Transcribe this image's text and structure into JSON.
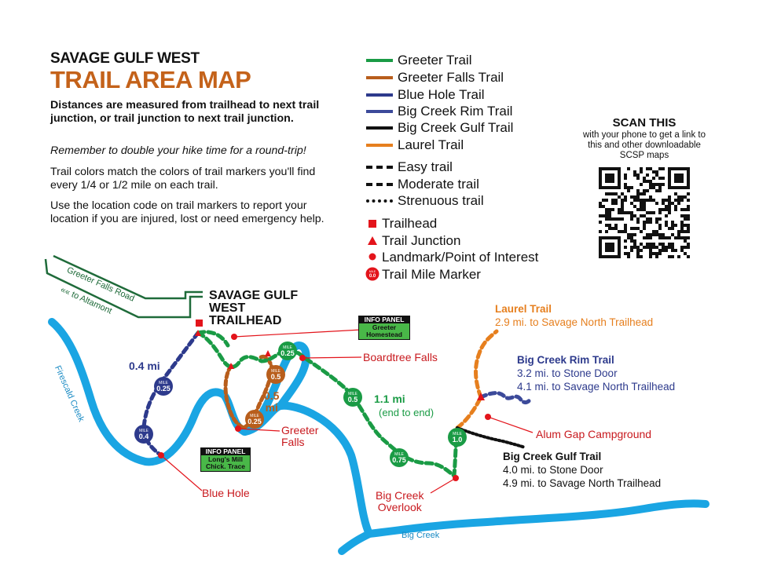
{
  "header": {
    "title_line1": "SAVAGE GULF WEST",
    "title_line2": "TRAIL AREA MAP"
  },
  "description": {
    "p1": "Distances are measured from trailhead to next trail junction, or trail junction to next trail junction.",
    "p2": "Remember to double your hike time for a round-trip!",
    "p3": "Trail colors match the colors of trail markers you'll find every 1/4 or 1/2 mile on each trail.",
    "p4": "Use the location code on trail markers to report your location if you are injured, lost or need emergency help."
  },
  "legend": {
    "trails": [
      {
        "label": "Greeter Trail",
        "color": "#1a9b45"
      },
      {
        "label": "Greeter Falls Trail",
        "color": "#b85e1c"
      },
      {
        "label": "Blue Hole Trail",
        "color": "#2d3a8c"
      },
      {
        "label": "Big Creek Rim Trail",
        "color": "#3c4a9a"
      },
      {
        "label": "Big Creek Gulf Trail",
        "color": "#111111"
      },
      {
        "label": "Laurel Trail",
        "color": "#e67f1e"
      }
    ],
    "difficulty": [
      {
        "label": "Easy trail",
        "style": "dashed"
      },
      {
        "label": "Moderate trail",
        "style": "dense-dashed"
      },
      {
        "label": "Strenuous trail",
        "style": "dotted"
      }
    ],
    "symbols": [
      {
        "label": "Trailhead",
        "icon": "red-square"
      },
      {
        "label": "Trail Junction",
        "icon": "red-triangle"
      },
      {
        "label": "Landmark/Point of Interest",
        "icon": "red-dot"
      },
      {
        "label": "Trail Mile Marker",
        "icon": "mile-marker",
        "marker_top": "MILE",
        "marker_value": "0.0"
      }
    ]
  },
  "scan": {
    "title": "SCAN THIS",
    "desc": "with your phone to get a link to this and other downloadable SCSP maps"
  },
  "map": {
    "road_label": "Greeter Falls Road",
    "to_altamont": "«« to Altamont",
    "trailhead_name_1": "SAVAGE GULF",
    "trailhead_name_2": "WEST",
    "trailhead_name_3": "TRAILHEAD",
    "fiery_creek": "Firescald Creek",
    "big_creek": "Big Creek",
    "blue_hole_distance": "0.4 mi",
    "greeter_falls_distance": "0.5",
    "greeter_falls_unit": "mi",
    "greeter_trail_distance": "1.1 mi",
    "greeter_trail_note": "(end to end)",
    "info_panel_1": {
      "header": "INFO PANEL",
      "line1": "Greeter",
      "line2": "Homestead"
    },
    "info_panel_2": {
      "header": "INFO PANEL",
      "line1": "Long's Mill",
      "line2": "Chick. Trace"
    },
    "landmarks": {
      "boardtree": "Boardtree Falls",
      "greeter_falls_1": "Greeter",
      "greeter_falls_2": "Falls",
      "blue_hole": "Blue Hole",
      "overlook_1": "Big Creek",
      "overlook_2": "Overlook",
      "alum_gap": "Alum Gap Campground"
    },
    "mile_markers": [
      {
        "top": "MILE",
        "value": "0.25",
        "trail": "blue"
      },
      {
        "top": "MILE",
        "value": "0.4",
        "trail": "blue"
      },
      {
        "top": "MILE",
        "value": "0.25",
        "trail": "green"
      },
      {
        "top": "MILE",
        "value": "0.5",
        "trail": "green"
      },
      {
        "top": "MILE",
        "value": "0.75",
        "trail": "green"
      },
      {
        "top": "MILE",
        "value": "1.0",
        "trail": "green"
      },
      {
        "top": "MILE",
        "value": "0.5",
        "trail": "brown"
      },
      {
        "top": "MILE",
        "value": "0.25",
        "trail": "brown"
      }
    ],
    "laurel": {
      "name": "Laurel Trail",
      "dist": "2.9 mi. to Savage North Trailhead"
    },
    "rim": {
      "name": "Big Creek Rim Trail",
      "dist1": "3.2 mi. to Stone Door",
      "dist2": "4.1 mi. to Savage North Trailhead"
    },
    "gulf": {
      "name": "Big Creek Gulf Trail",
      "dist1": "4.0 mi. to Stone Door",
      "dist2": "4.9 mi. to Savage North Trailhead"
    }
  },
  "colors": {
    "creek": "#1aa5e3",
    "green": "#1a9b45",
    "brown": "#b85e1c",
    "blue": "#2d3a8c",
    "orange": "#e67f1e",
    "red": "#e3141b",
    "road": "#1f6b3a"
  }
}
